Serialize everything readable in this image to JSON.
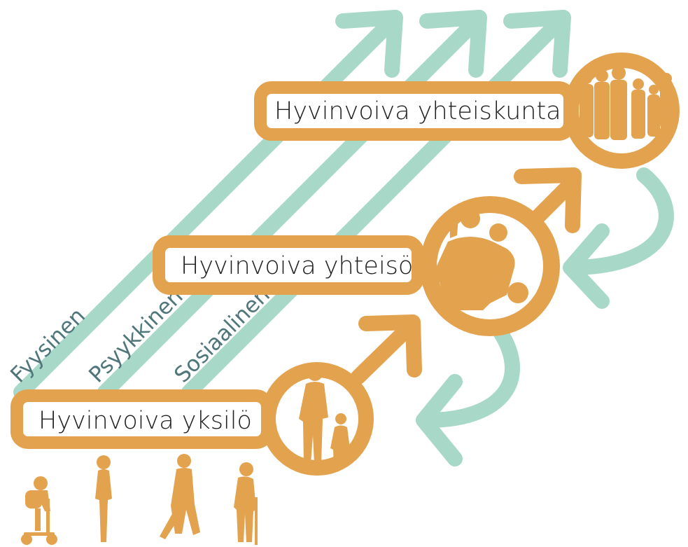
{
  "levels": [
    {
      "label": "Hyvinvoiva yksilö"
    },
    {
      "label": "Hyvinvoiva yhteisö"
    },
    {
      "label": "Hyvinvoiva yhteiskunta"
    }
  ],
  "dimensions": [
    {
      "label": "Fyysinen"
    },
    {
      "label": "Psyykkinen"
    },
    {
      "label": "Sosiaalinen"
    }
  ],
  "colors": {
    "orange": "#e3a24e",
    "mint": "#a8d8c7",
    "label_teal": "#4f767a",
    "text": "#222222"
  },
  "icons": {
    "lifespan": [
      "child-scooter-icon",
      "girl-icon",
      "woman-walking-icon",
      "elder-cane-icon"
    ],
    "individual": "grandparent-child-icon",
    "community": "parent-child-icon",
    "society": "crowd-icon"
  }
}
